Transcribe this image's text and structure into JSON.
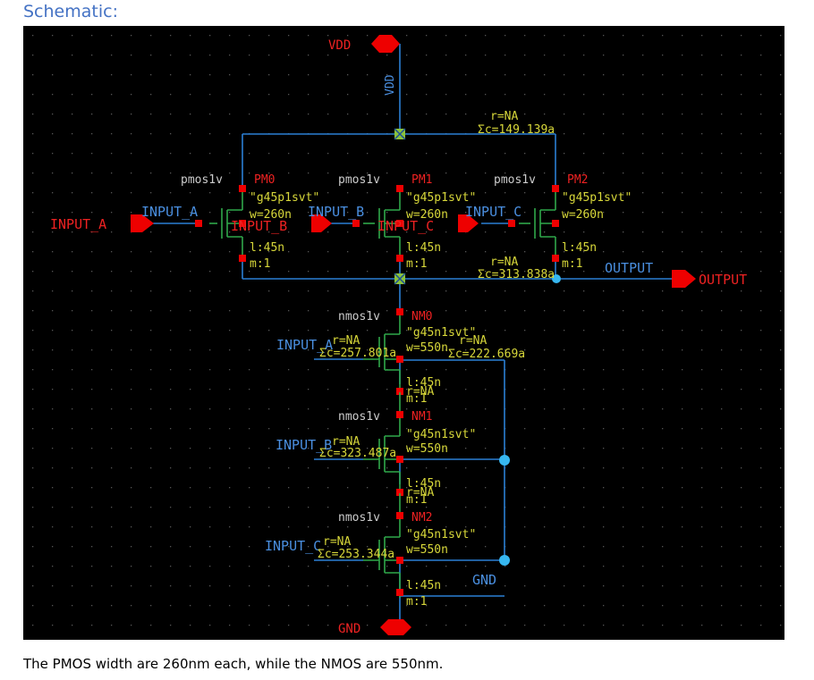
{
  "page": {
    "heading": "Schematic:",
    "caption": "The PMOS width are 260nm each, while the NMOS are 550nm."
  },
  "colors": {
    "background": "#000000",
    "wire": "#2a7fd4",
    "device": "#2fa84a",
    "pin": "#ee0000",
    "param": "#d8d83a",
    "label": "#cccccc",
    "netlabel": "#4a8fe0",
    "dot": "#37b7f0"
  },
  "schematic": {
    "supply_vdd": "VDD",
    "supply_gnd": "GND",
    "vdd_wire_label": "VDD",
    "input_a": "INPUT_A",
    "output": "OUTPUT",
    "output_netlabel": "OUTPUT",
    "gnd_netlabel": "GND",
    "top_node_r": "r=NA",
    "top_node_c": "Σc=149.139a",
    "out_node_r": "r=NA",
    "out_node_c": "Σc=313.838a",
    "n1_node_r": "r=NA",
    "n1_node_c": "Σc=222.669a",
    "n2_node_r": "r=NA",
    "n3_node_r": "r=NA",
    "pmos": [
      {
        "type": "pmos1v",
        "name": "PM0",
        "model": "\"g45p1svt\"",
        "w": "w=260n",
        "l": "l:45n",
        "m": "m:1",
        "gate": "INPUT_A",
        "gate_overlap": "INPUT_B"
      },
      {
        "type": "pmos1v",
        "name": "PM1",
        "model": "\"g45p1svt\"",
        "w": "w=260n",
        "l": "l:45n",
        "m": "m:1",
        "gate": "INPUT_B",
        "gate_overlap": "INPUT_C"
      },
      {
        "type": "pmos1v",
        "name": "PM2",
        "model": "\"g45p1svt\"",
        "w": "w=260n",
        "l": "l:45n",
        "m": "m:1",
        "gate": "INPUT_C"
      }
    ],
    "nmos": [
      {
        "type": "nmos1v",
        "name": "NM0",
        "model": "\"g45n1svt\"",
        "w": "w=550n",
        "l": "l:45n",
        "m": "m:1",
        "gate": "INPUT_A",
        "gate_r": "r=NA",
        "gate_c": "Σc=257.801a"
      },
      {
        "type": "nmos1v",
        "name": "NM1",
        "model": "\"g45n1svt\"",
        "w": "w=550n",
        "l": "l:45n",
        "m": "m:1",
        "gate": "INPUT_B",
        "gate_r": "r=NA",
        "gate_c": "Σc=323.487a"
      },
      {
        "type": "nmos1v",
        "name": "NM2",
        "model": "\"g45n1svt\"",
        "w": "w=550n",
        "l": "l:45n",
        "m": "m:1",
        "gate": "INPUT_C",
        "gate_r": "r=NA",
        "gate_c": "Σc=253.344a"
      }
    ]
  }
}
